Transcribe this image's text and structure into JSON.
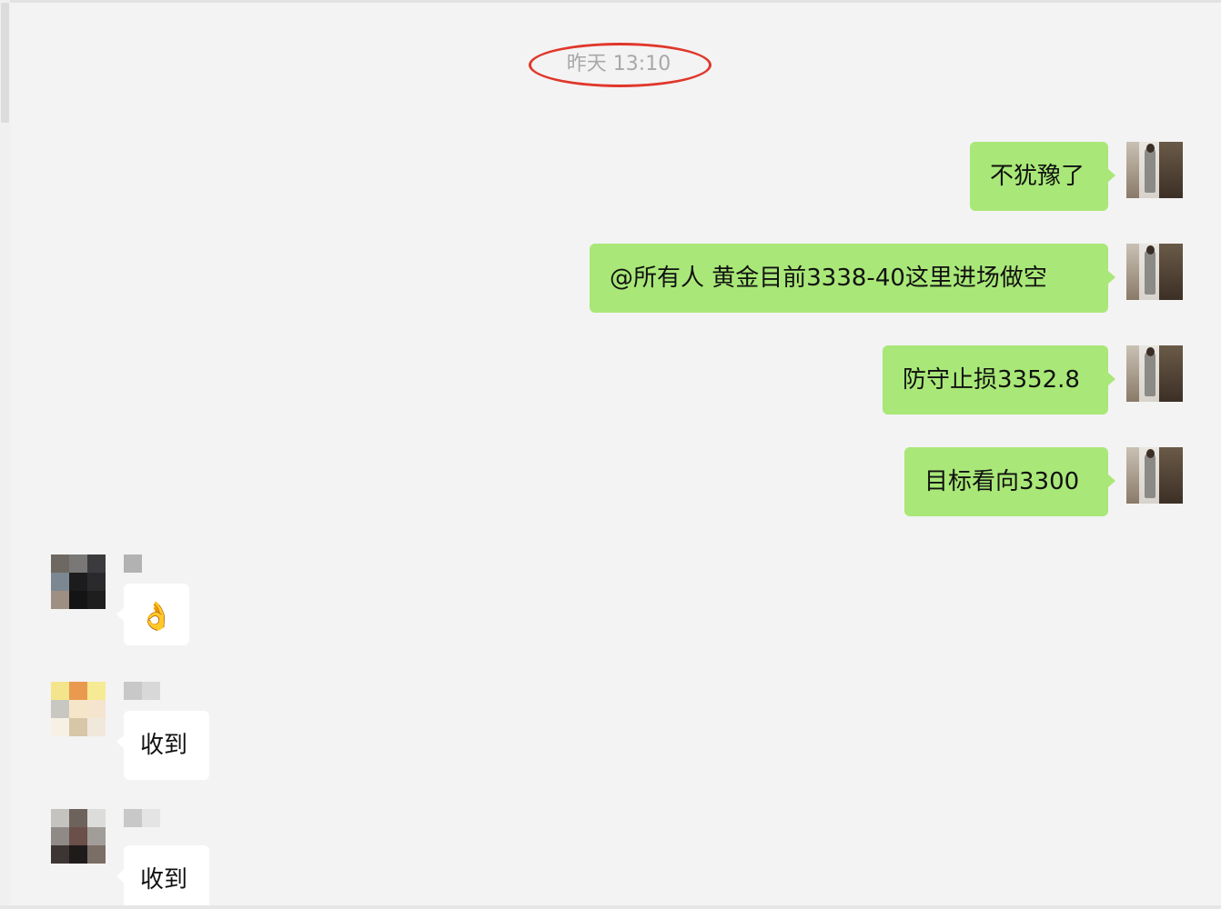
{
  "timestamp": "昨天 13:10",
  "messages_out": [
    {
      "text": "不犹豫了"
    },
    {
      "text": "@所有人 黄金目前3338-40这里进场做空"
    },
    {
      "text": "防守止损3352.8"
    },
    {
      "text": "目标看向3300"
    }
  ],
  "messages_in": [
    {
      "text": "👌"
    },
    {
      "text": "收到"
    },
    {
      "text": "收到"
    }
  ],
  "colors": {
    "outgoing_bubble": "#a9e878",
    "incoming_bubble": "#ffffff",
    "background": "#f3f3f3",
    "timestamp_highlight": "#e0372b"
  }
}
